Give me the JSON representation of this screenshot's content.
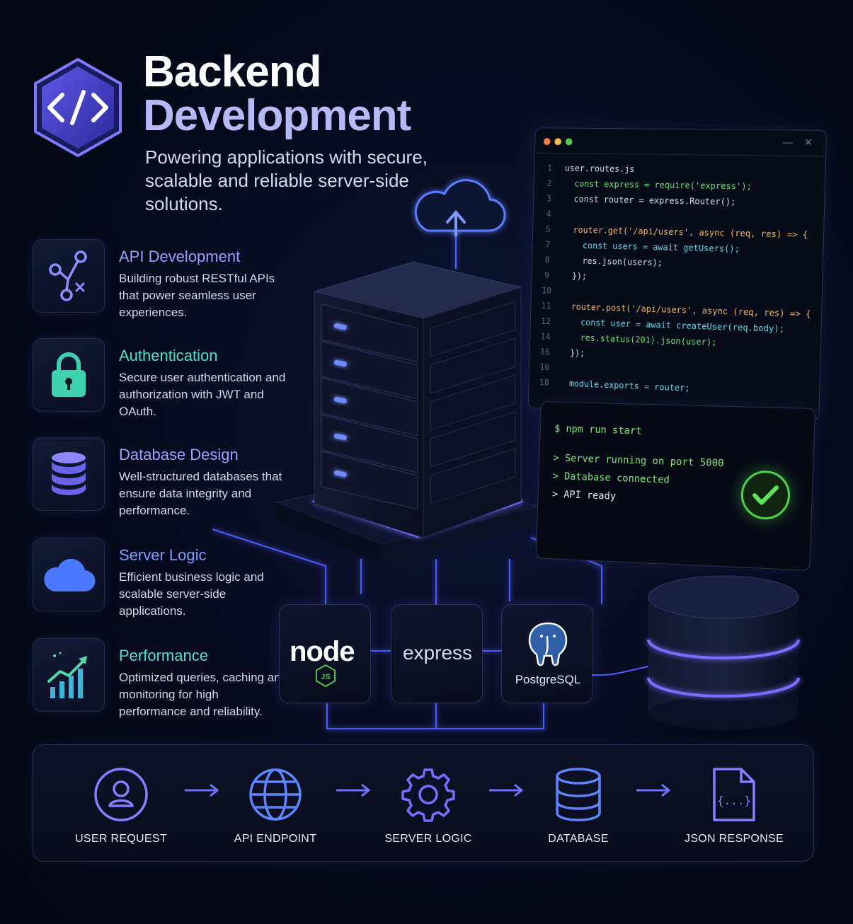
{
  "header": {
    "title_line1": "Backend",
    "title_line2": "Development",
    "subtitle": "Powering applications with secure, scalable and reliable server-side solutions.",
    "logo_icon": "code-brackets-icon"
  },
  "features": [
    {
      "title": "API Development",
      "description": "Building robust RESTful APIs that power seamless user experiences.",
      "icon": "api-branch-icon"
    },
    {
      "title": "Authentication",
      "description": "Secure user authentication and authorization with JWT and OAuth.",
      "icon": "lock-icon"
    },
    {
      "title": "Database Design",
      "description": "Well-structured databases that ensure data integrity and performance.",
      "icon": "database-icon"
    },
    {
      "title": "Server Logic",
      "description": "Efficient business logic and scalable server-side applications.",
      "icon": "cloud-icon"
    },
    {
      "title": "Performance",
      "description": "Optimized queries, caching and monitoring for high performance and reliability.",
      "icon": "growth-chart-icon"
    }
  ],
  "code_window": {
    "lines": [
      {
        "n": "1",
        "text": "user.routes.js"
      },
      {
        "n": "2",
        "text": "  const express = require('express');"
      },
      {
        "n": "3",
        "text": "  const router = express.Router();"
      },
      {
        "n": "4",
        "text": ""
      },
      {
        "n": "5",
        "text": "  router.get('/api/users', async (req, res) => {"
      },
      {
        "n": "7",
        "text": "    const users = await getUsers();"
      },
      {
        "n": "8",
        "text": "    res.json(users);"
      },
      {
        "n": "9",
        "text": "  });"
      },
      {
        "n": "10",
        "text": ""
      },
      {
        "n": "11",
        "text": "  router.post('/api/users', async (req, res) => {"
      },
      {
        "n": "12",
        "text": "    const user = await createUser(req.body);"
      },
      {
        "n": "14",
        "text": "    res.status(201).json(user);"
      },
      {
        "n": "16",
        "text": "  });"
      },
      {
        "n": "16",
        "text": ""
      },
      {
        "n": "18",
        "text": "  module.exports = router;"
      }
    ]
  },
  "terminal": {
    "command": "$ npm run start",
    "output": [
      "> Server running on port 5000",
      "> Database connected",
      "> API ready"
    ]
  },
  "tech_stack": {
    "node_word": "node",
    "node_badge": "JS",
    "express": "express",
    "postgres": "PostgreSQL"
  },
  "flow": [
    {
      "label": "USER REQUEST",
      "icon": "user-icon"
    },
    {
      "label": "API ENDPOINT",
      "icon": "globe-icon"
    },
    {
      "label": "SERVER LOGIC",
      "icon": "gear-icon"
    },
    {
      "label": "DATABASE",
      "icon": "database-icon"
    },
    {
      "label": "JSON RESPONSE",
      "icon": "json-file-icon"
    }
  ],
  "flow_json_glyph": "{...}",
  "colors": {
    "accent_purple": "#8c8fff",
    "accent_blue": "#5b7cff",
    "accent_teal": "#3fd0b0",
    "success_green": "#4ed14a",
    "background": "#070a1c"
  }
}
